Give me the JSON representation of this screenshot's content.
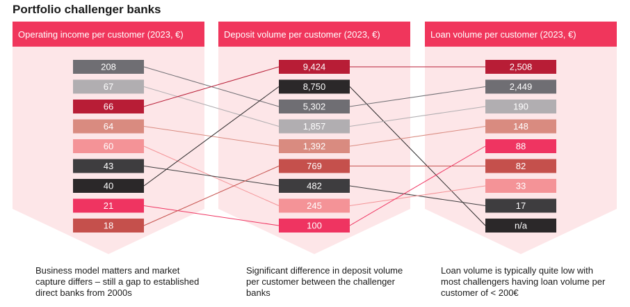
{
  "title": "Portfolio challenger banks",
  "colors": {
    "header_bg": "#f0365c",
    "panel_bg": "#fde6e8",
    "palette": [
      "#6f6e73",
      "#b1aeb1",
      "#b81d36",
      "#d98b80",
      "#f49397",
      "#3e3d3f",
      "#2b2829",
      "#ef3461",
      "#c5504c"
    ]
  },
  "chart_data": {
    "type": "slopegraph",
    "columns": [
      {
        "header": "Operating income per customer (2023, €)",
        "caption": "Business model matters and market capture differs – still a gap to established direct banks from 2000s",
        "values": [
          {
            "label": "208",
            "bank": 0
          },
          {
            "label": "67",
            "bank": 1
          },
          {
            "label": "66",
            "bank": 2
          },
          {
            "label": "64",
            "bank": 3
          },
          {
            "label": "60",
            "bank": 4
          },
          {
            "label": "43",
            "bank": 5
          },
          {
            "label": "40",
            "bank": 6
          },
          {
            "label": "21",
            "bank": 7
          },
          {
            "label": "18",
            "bank": 8
          }
        ]
      },
      {
        "header": "Deposit volume per customer (2023, €)",
        "caption": "Significant difference in deposit volume per customer between the challenger banks",
        "values": [
          {
            "label": "9,424",
            "bank": 2
          },
          {
            "label": "8,750",
            "bank": 6
          },
          {
            "label": "5,302",
            "bank": 0
          },
          {
            "label": "1,857",
            "bank": 1
          },
          {
            "label": "1,392",
            "bank": 3
          },
          {
            "label": "769",
            "bank": 8
          },
          {
            "label": "482",
            "bank": 5
          },
          {
            "label": "245",
            "bank": 4
          },
          {
            "label": "100",
            "bank": 7
          }
        ]
      },
      {
        "header": "Loan volume per customer (2023, €)",
        "caption": "Loan volume is typically quite low with most challengers having loan volume per customer of < 200€",
        "values": [
          {
            "label": "2,508",
            "bank": 2
          },
          {
            "label": "2,449",
            "bank": 0
          },
          {
            "label": "190",
            "bank": 1
          },
          {
            "label": "148",
            "bank": 3
          },
          {
            "label": "88",
            "bank": 7
          },
          {
            "label": "82",
            "bank": 8
          },
          {
            "label": "33",
            "bank": 4
          },
          {
            "label": "17",
            "bank": 5
          },
          {
            "label": "n/a",
            "bank": 6
          }
        ]
      }
    ]
  }
}
